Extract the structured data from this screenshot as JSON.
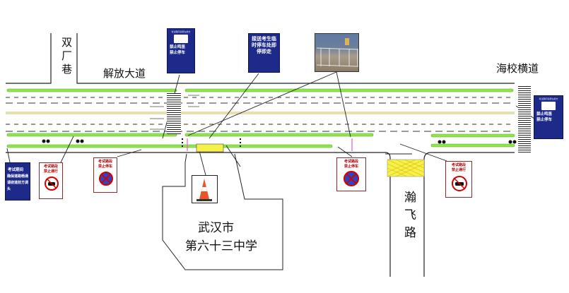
{
  "labels": {
    "shuangchang_alley": "双厂巷",
    "jiefang_avenue": "解放大道",
    "haixiao_road": "海校横道",
    "hanfei_road": "瀚飞路",
    "school_line1": "武汉市",
    "school_line2": "第六十三中学"
  },
  "signs": {
    "exam_period_title": "考试期间请按左前方",
    "no_honk": "禁止鸣笛",
    "no_parking": "禁止停车",
    "exam_road_no_pass": "考试路段",
    "exam_road_no_pass_2": "禁止通行",
    "exam_road_no_stop": "考试路段",
    "exam_road_no_stop_2": "禁止停车",
    "candidate_dropoff": "接送考生临时停车处即停即走",
    "exam_detour_l1": "考试期间",
    "exam_detour_l2": "确保道路畅通",
    "exam_detour_l3": "请绕道前方调头"
  },
  "colors": {
    "sign_blue": "#1d2a8a",
    "sign_red": "#d40000",
    "green_median": "#8ee64a",
    "crosswalk_yellow": "#f6f04b",
    "line": "#222222"
  }
}
